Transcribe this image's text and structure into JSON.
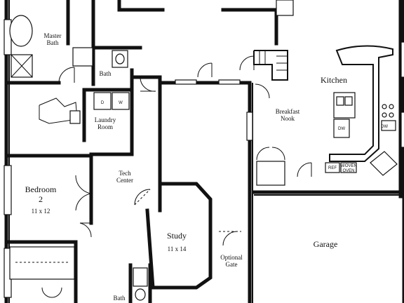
{
  "rooms": {
    "master_bath": {
      "name_line1": "Master",
      "name_line2": "Bath"
    },
    "bath_upper": {
      "name": "Bath"
    },
    "laundry": {
      "name_line1": "Laundry",
      "name_line2": "Room"
    },
    "tech_center": {
      "name_line1": "Tech",
      "name_line2": "Center"
    },
    "bedroom2": {
      "name_line1": "Bedroom",
      "name_line2": "2",
      "dims": "11 x 12"
    },
    "kitchen": {
      "name": "Kitchen"
    },
    "breakfast": {
      "name_line1": "Breakfast",
      "name_line2": "Nook"
    },
    "study": {
      "name": "Study",
      "dims": "11 x 14"
    },
    "garage": {
      "name": "Garage"
    },
    "optional_gate": {
      "name_line1": "Optional",
      "name_line2": "Gate"
    },
    "bath_lower": {
      "name": "Bath"
    }
  },
  "appliances": {
    "washer": "W",
    "dryer": "D",
    "dishwasher_main": "DW",
    "dishwasher_corner": "DW",
    "refrigerator": "REF",
    "microwave": "M/OVEN",
    "oven": "OVEN"
  }
}
